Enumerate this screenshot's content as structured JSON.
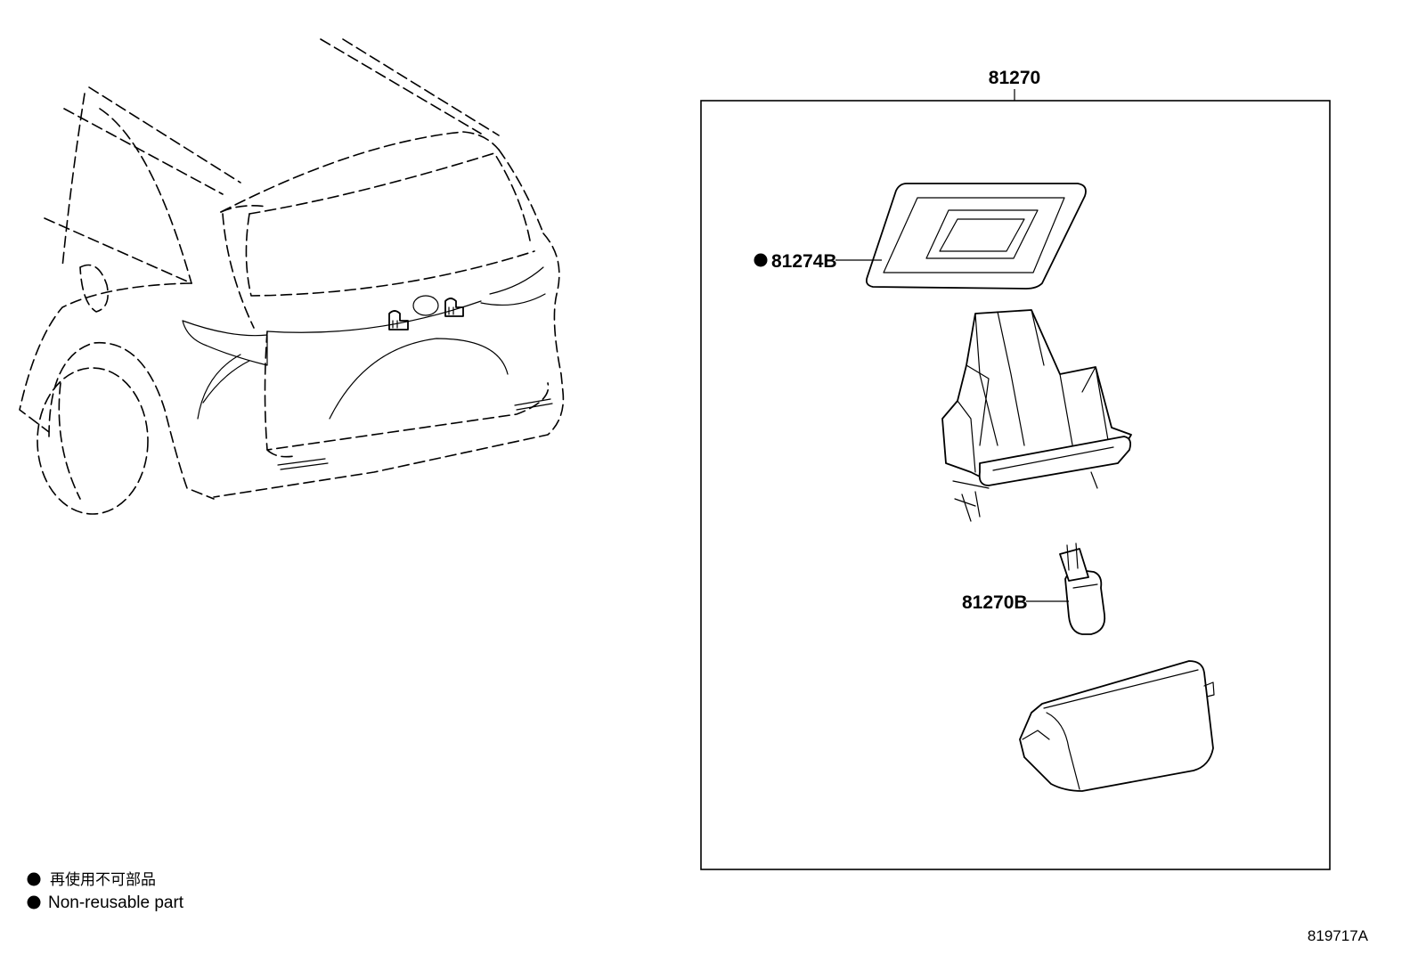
{
  "assembly": {
    "part_number": "81270"
  },
  "callouts": [
    {
      "part_number": "81274B",
      "non_reusable": true
    },
    {
      "part_number": "81270B",
      "non_reusable": false
    }
  ],
  "legend": {
    "items": [
      {
        "symbol": "filled-circle",
        "text": "再使用不可部品"
      },
      {
        "symbol": "filled-circle",
        "text": "Non-reusable part"
      }
    ]
  },
  "diagram_code": "819717A"
}
